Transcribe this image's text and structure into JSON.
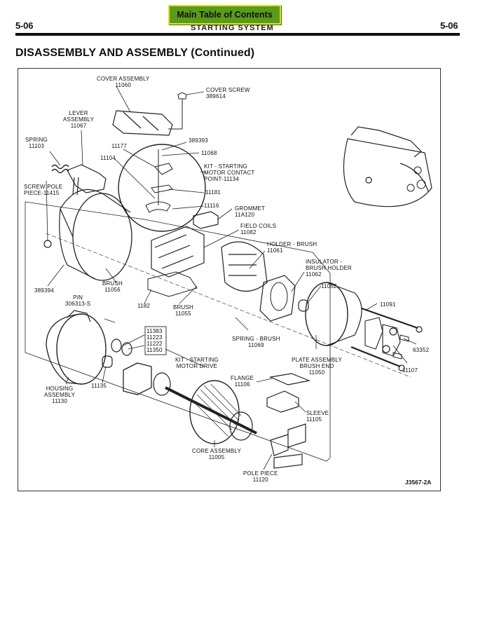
{
  "header": {
    "page_left": "5-06",
    "page_right": "5-06",
    "running_head": "STARTING SYSTEM",
    "toc_button": "Main Table of Contents"
  },
  "section_title": "DISASSEMBLY AND ASSEMBLY (Continued)",
  "figure": {
    "id": "J3567-2A",
    "labels": {
      "cover_assembly": "COVER ASSEMBLY\n11060",
      "cover_screw": "COVER SCREW\n389614",
      "lever_assembly": "LEVER\nASSEMBLY\n11067",
      "spring_11103": "SPRING\n11103",
      "p389393": "389393",
      "p11177": "11177",
      "p11068": "11068",
      "p11104": "11104",
      "kit_contact": "KIT - STARTING\nMOTOR CONTACT\nPOINT-11134",
      "screw_pole": "SCREW POLE\nPIECE-11415",
      "p11181": "11181",
      "p11116": "11116",
      "grommet": "GROMMET\n11A120",
      "field_coils": "FIELD COILS\n11082",
      "holder_brush": "HOLDER - BRUSH\n11061",
      "insulator": "INSULATOR -\nBRUSH HOLDER\n11062",
      "p11052": "11052",
      "brush_11056": "BRUSH\n11056",
      "p389394": "389394",
      "pin": "PIN\n306313-S",
      "p1182": "1182",
      "brush_11055": "BRUSH\n11055",
      "p11091": "11091",
      "spring_brush": "SPRING - BRUSH\n11069",
      "drive_parts": "11383\n11223\n11222\n11350",
      "kit_drive": "KIT - STARTING\nMOTOR DRIVE",
      "plate_assembly": "PLATE ASSEMBLY\nBRUSH END\n11050",
      "p63352": "63352",
      "p11107": "11107",
      "housing": "HOUSING\nASSEMBLY\n11130",
      "p11135": "11135",
      "flange": "FLANGE\n11106",
      "sleeve": "SLEEVE\n11105",
      "core_assembly": "CORE ASSEMBLY\n11005",
      "pole_piece": "POLE PIECE\n11120"
    }
  }
}
